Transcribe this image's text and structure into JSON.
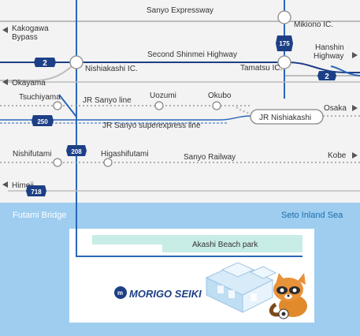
{
  "labels": {
    "sanyo_expressway": "Sanyo Expressway",
    "kakogawa_bypass_1": "Kakogawa",
    "kakogawa_bypass_2": "Bypass",
    "mikiono_ic": "Mikiono IC.",
    "second_shinmei_highway": "Second Shinmei Highway",
    "hanshin_highway_1": "Hanshin",
    "hanshin_highway_2": "Highway",
    "nishiakashi_ic": "Nishiakashi IC.",
    "tamatsu_ic": "Tamatsu IC.",
    "okayama": "Okayama",
    "tsuchiyama": "Tsuchiyama",
    "jr_sanyo_line": "JR Sanyo line",
    "uozumi": "Uozumi",
    "okubo": "Okubo",
    "osaka": "Osaka",
    "jr_nishiakashi": "JR Nishiakashi",
    "jr_sanyo_superexpress": "JR Sanyo superexpress line",
    "nishifutami": "Nishifutami",
    "higashifutami": "Higashifutami",
    "sanyo_railway": "Sanyo Railway",
    "kobe": "Kobe",
    "himeji": "Himeji",
    "futami_bridge": "Futami Bridge",
    "seto_inland_sea": "Seto Inland Sea",
    "akashi_beach_park": "Akashi Beach park",
    "company_logo": "MORIGO SEIKI"
  },
  "route_badges": {
    "r2_left": "2",
    "r2_right": "2",
    "r175": "175",
    "r250": "250",
    "r208": "208",
    "r718": "718"
  },
  "colors": {
    "road_blue": "#2a66b8",
    "badge_navy": "#1d3f86",
    "sea_blue": "#9ecdf0",
    "park_teal": "#c8ece6",
    "rail_gray": "#9a9a9a",
    "map_bg": "#f3f3f3"
  }
}
